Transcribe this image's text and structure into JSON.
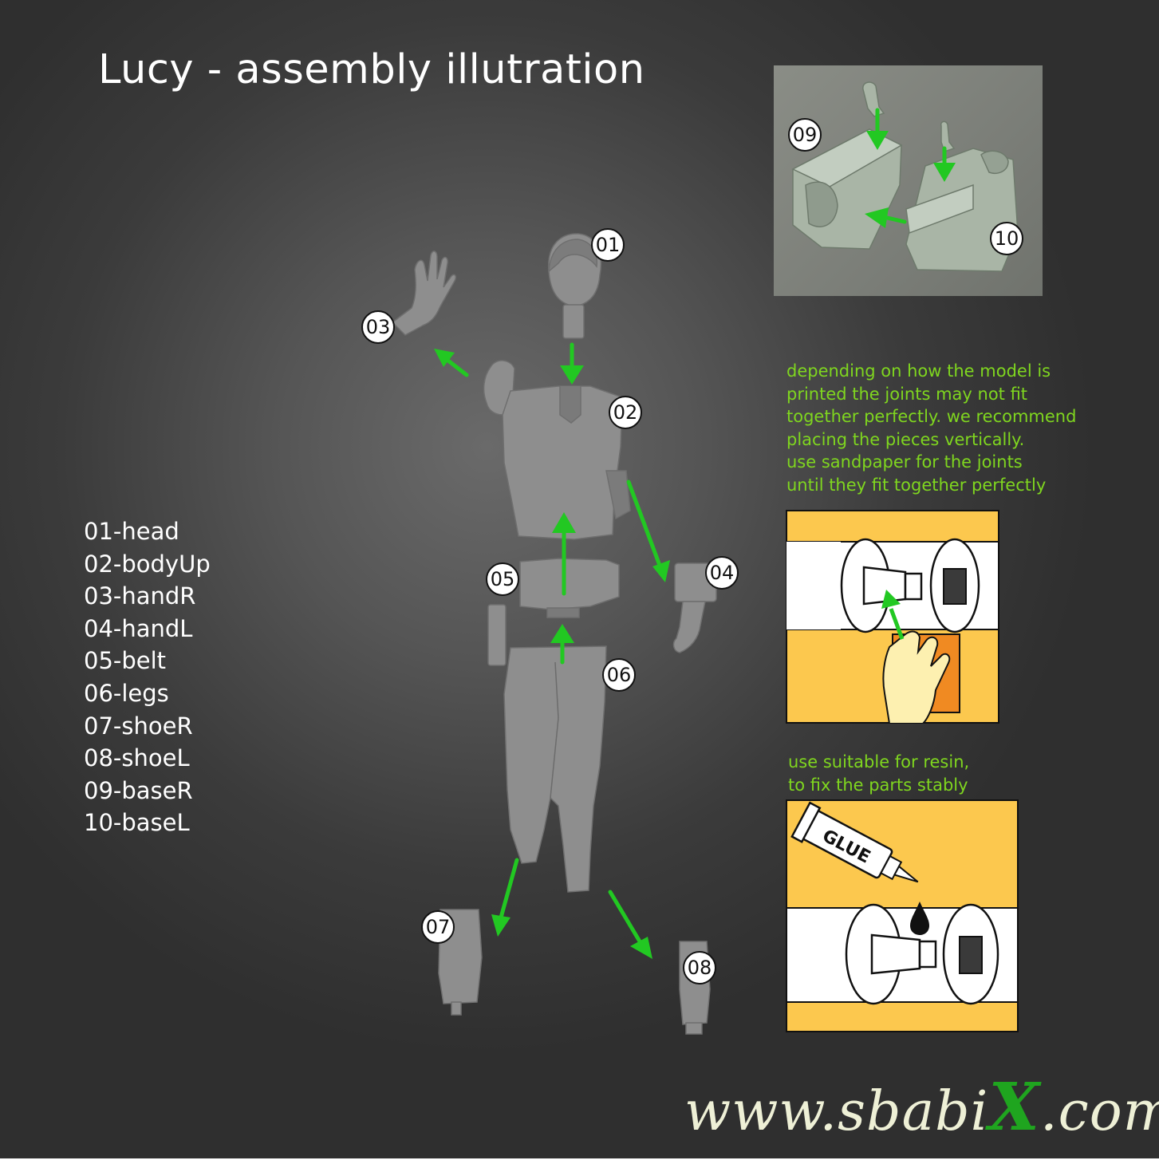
{
  "title": "Lucy - assembly illutration",
  "parts": [
    "01-head",
    "02-bodyUp",
    "03-handR",
    "04-handL",
    "05-belt",
    "06-legs",
    "07-shoeR",
    "08-shoeL",
    "09-baseR",
    "10-baseL"
  ],
  "badges": {
    "b01": "01",
    "b02": "02",
    "b03": "03",
    "b04": "04",
    "b05": "05",
    "b06": "06",
    "b07": "07",
    "b08": "08",
    "b09": "09",
    "b10": "10"
  },
  "notes": {
    "fit_lines": [
      "depending on how the model is",
      "printed the joints may not fit",
      "together perfectly. we recommend",
      "placing the pieces vertically.",
      "use sandpaper for the joints",
      "until they fit together perfectly"
    ],
    "glue_lines": [
      "use suitable for resin,",
      "to fix the parts stably"
    ]
  },
  "glue_tube_label": "GLUE",
  "brand": {
    "prefix": "www.sbabi",
    "x": "X",
    "suffix": ".com"
  },
  "colors": {
    "accent_green": "#22c822",
    "note_green": "#7fd61f",
    "panel_yellow": "#fcc84e",
    "model_grey": "#8e8e8e"
  }
}
